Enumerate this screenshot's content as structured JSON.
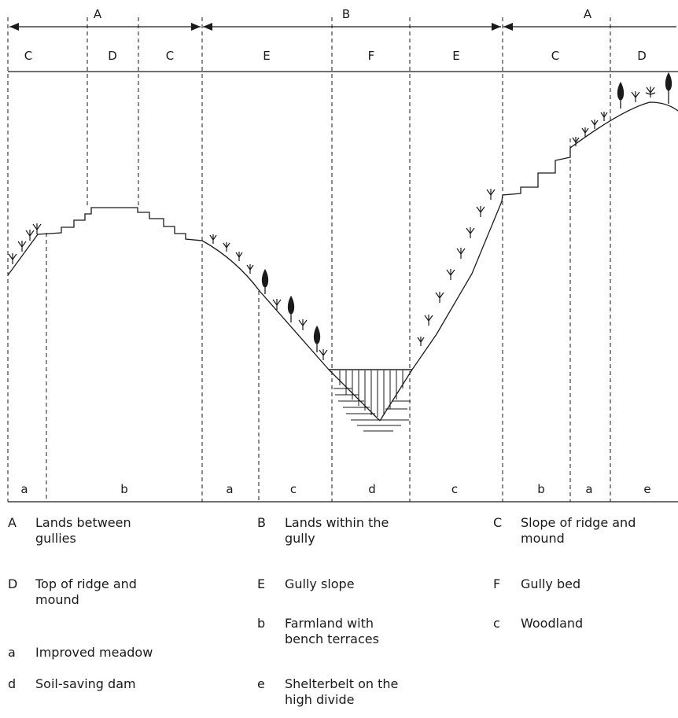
{
  "zones_top": [
    {
      "key": "A"
    },
    {
      "key": "B"
    },
    {
      "key": "A"
    }
  ],
  "zones_mid": [
    {
      "key": "C"
    },
    {
      "key": "D"
    },
    {
      "key": "C"
    },
    {
      "key": "E"
    },
    {
      "key": "F"
    },
    {
      "key": "E"
    },
    {
      "key": "C"
    },
    {
      "key": "D"
    }
  ],
  "zones_bottom": [
    {
      "key": "a"
    },
    {
      "key": "b"
    },
    {
      "key": "a"
    },
    {
      "key": "c"
    },
    {
      "key": "d"
    },
    {
      "key": "c"
    },
    {
      "key": "b"
    },
    {
      "key": "a"
    },
    {
      "key": "e"
    }
  ],
  "legend": [
    {
      "key": "A",
      "text": "Lands between gullies"
    },
    {
      "key": "B",
      "text": "Lands within the gully"
    },
    {
      "key": "C",
      "text": "Slope of ridge and mound"
    },
    {
      "key": "D",
      "text": "Top of ridge and mound"
    },
    {
      "key": "E",
      "text": "Gully slope"
    },
    {
      "key": "F",
      "text": "Gully bed"
    },
    {
      "key": "b",
      "text": "Farmland with bench terraces"
    },
    {
      "key": "c",
      "text": "Woodland"
    },
    {
      "key": "a",
      "text": "Improved meadow"
    },
    {
      "key": "d",
      "text": "Soil-saving dam"
    },
    {
      "key": "e",
      "text": "Shelterbelt on the high divide"
    }
  ]
}
